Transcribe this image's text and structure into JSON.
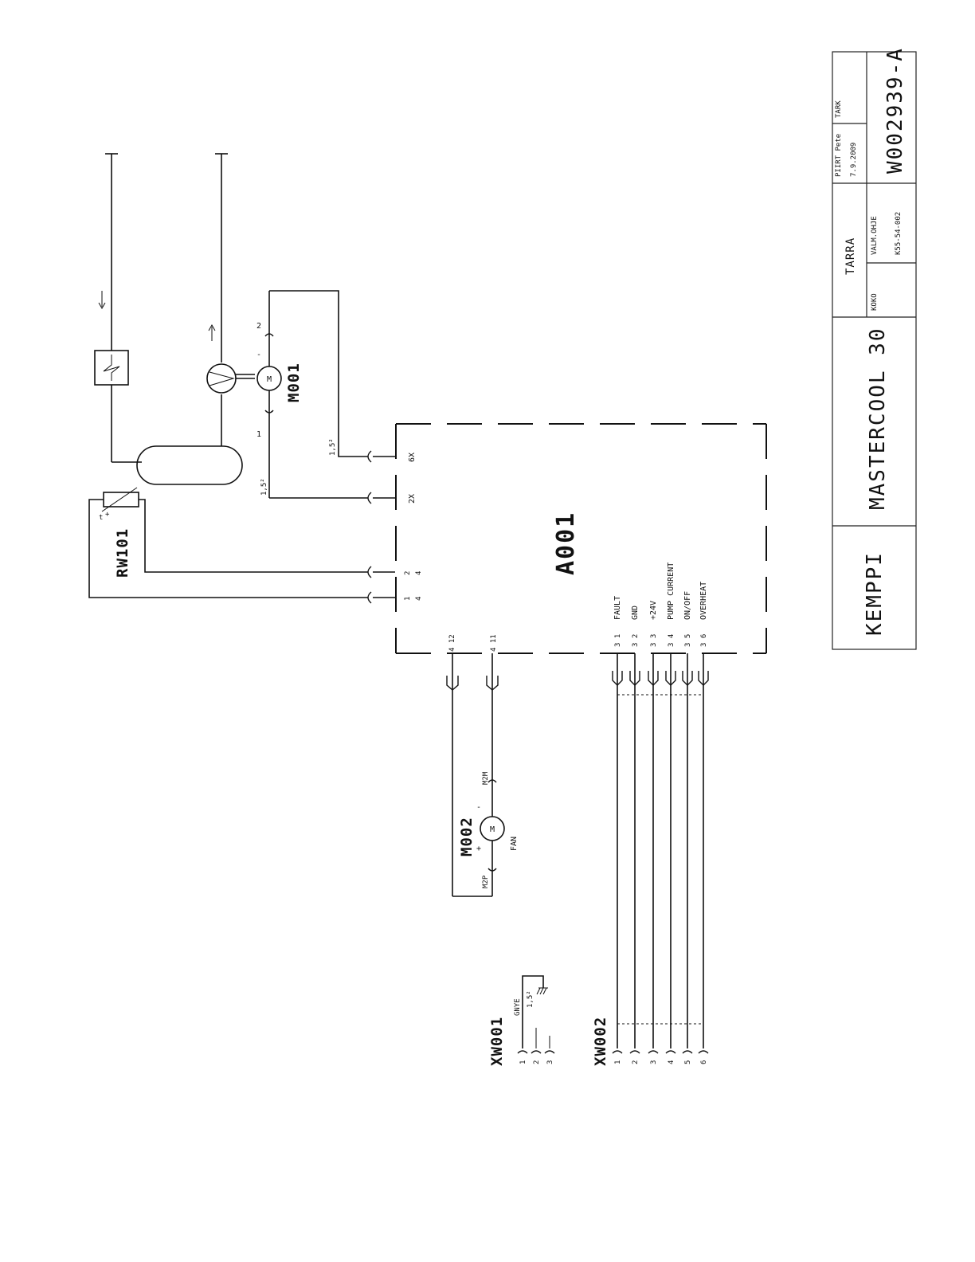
{
  "components": {
    "a001": "A001",
    "m001": "M001",
    "m002": "M002",
    "rw101": "RW101",
    "xw001": "XW001",
    "xw002": "XW002",
    "m_symbol": "M",
    "fan": "FAN"
  },
  "wire_sizes": {
    "pump_x6": "1,5²",
    "pump_x2": "1,5²",
    "xw001": "1,5²"
  },
  "m001_pins": {
    "pin1": "1",
    "pin2": "2",
    "minus": "-"
  },
  "m002_pins": {
    "m2p": "M2P",
    "m2m": "M2M",
    "plus": "+",
    "minus": "-"
  },
  "a001_connectors": {
    "x6": "6X",
    "x2": "2X",
    "rw_pin2": "2",
    "rw_pin1": "1",
    "rw_pin2b": "4",
    "rw_pin1b": "4",
    "fan_12": "4  12",
    "fan_11": "4  11"
  },
  "signals": [
    {
      "pin": "3  1",
      "label": "FAULT"
    },
    {
      "pin": "3  2",
      "label": "GND"
    },
    {
      "pin": "3  3",
      "label": "+24V"
    },
    {
      "pin": "3  4",
      "label": "PUMP CURRENT"
    },
    {
      "pin": "3  5",
      "label": "ON/OFF"
    },
    {
      "pin": "3  6",
      "label": "OVERHEAT"
    }
  ],
  "xw001_pins": [
    "1",
    "2",
    "3"
  ],
  "xw001_wire": "GNYE",
  "xw002_pins": [
    "1",
    "2",
    "3",
    "4",
    "5",
    "6"
  ],
  "rw101_marks": {
    "plus": "+",
    "t": "t"
  },
  "title_block": {
    "brand": "KEMPPI",
    "product": "MASTERCOOL 30",
    "tarra": "TARRA",
    "koko": "KOKO",
    "valmohje_label": "VALM.OHJE",
    "valmohje_value": "K55-54-002",
    "piirt_label": "PIIRT Pete",
    "date": "7.9.2009",
    "tark": "TARK",
    "drawing_no": "W002939-A"
  }
}
